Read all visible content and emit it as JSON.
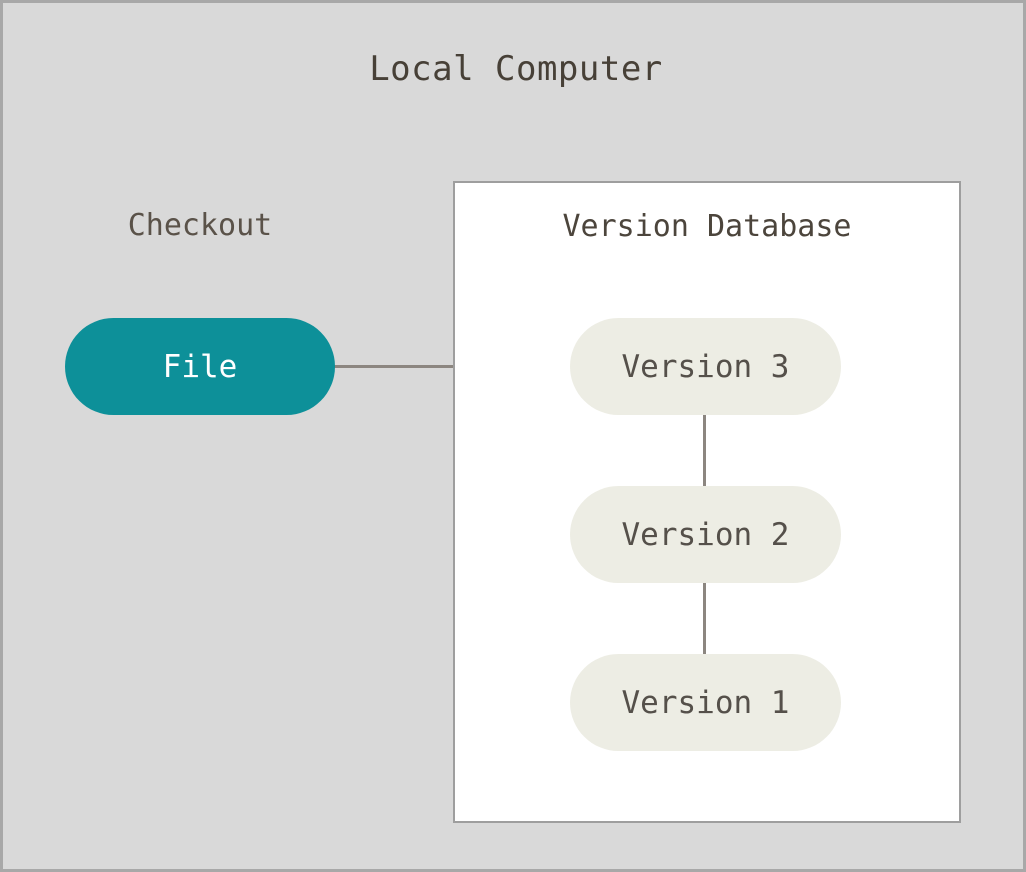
{
  "diagram": {
    "title": "Local Computer",
    "type": "version-control-local-workflow",
    "background_color": "#d9d9d9",
    "border_color": "#a8a8a8",
    "checkout": {
      "label": "Checkout",
      "node": {
        "label": "File",
        "fill": "#0d9099",
        "text_color": "#ffffff"
      }
    },
    "version_database": {
      "title": "Version Database",
      "panel_fill": "#ffffff",
      "panel_border": "#9e9e9e",
      "versions": [
        {
          "label": "Version 3",
          "fill": "#edede4",
          "text_color": "#55504a"
        },
        {
          "label": "Version 2",
          "fill": "#edede4",
          "text_color": "#55504a"
        },
        {
          "label": "Version 1",
          "fill": "#edede4",
          "text_color": "#55504a"
        }
      ]
    },
    "connectors": [
      {
        "name": "file-to-version-3",
        "orientation": "horizontal",
        "color": "#8c8680"
      },
      {
        "name": "version-3-to-version-2",
        "orientation": "vertical",
        "color": "#8c8680"
      },
      {
        "name": "version-2-to-version-1",
        "orientation": "vertical",
        "color": "#8c8680"
      }
    ]
  }
}
